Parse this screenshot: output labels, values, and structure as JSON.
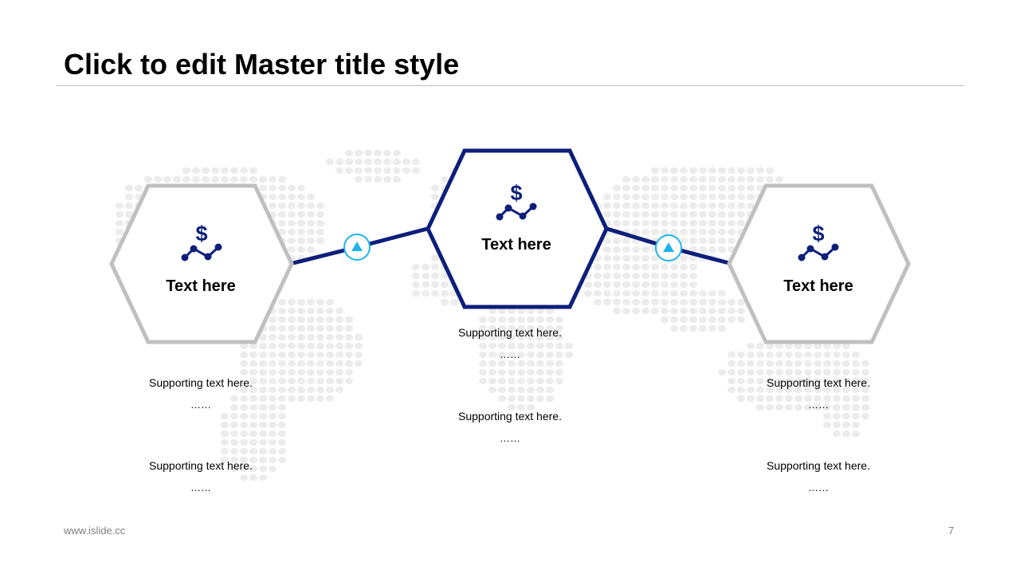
{
  "slide": {
    "title": "Click to edit Master title style",
    "footer_url": "www.islide.cc",
    "page_number": "7"
  },
  "colors": {
    "accent_dark": "#0d1f7a",
    "accent_light": "#1fb3ec",
    "hex_gray": "#c0c0c0",
    "map_dots": "#ececec"
  },
  "hexagons": [
    {
      "label": "Text here",
      "icon": "dollar-chart-icon",
      "border": "gray"
    },
    {
      "label": "Text here",
      "icon": "dollar-chart-icon",
      "border": "navy"
    },
    {
      "label": "Text here",
      "icon": "dollar-chart-icon",
      "border": "gray"
    }
  ],
  "connectors": [
    {
      "icon": "triangle-up-icon"
    },
    {
      "icon": "triangle-up-icon"
    }
  ],
  "supporting": {
    "left": [
      {
        "text": "Supporting text here.",
        "ellipsis": "……"
      },
      {
        "text": "Supporting text here.",
        "ellipsis": "……"
      }
    ],
    "center": [
      {
        "text": "Supporting text here.",
        "ellipsis": "……"
      },
      {
        "text": "Supporting text here.",
        "ellipsis": "……"
      }
    ],
    "right": [
      {
        "text": "Supporting text here.",
        "ellipsis": "……"
      },
      {
        "text": "Supporting text here.",
        "ellipsis": "……"
      }
    ]
  }
}
